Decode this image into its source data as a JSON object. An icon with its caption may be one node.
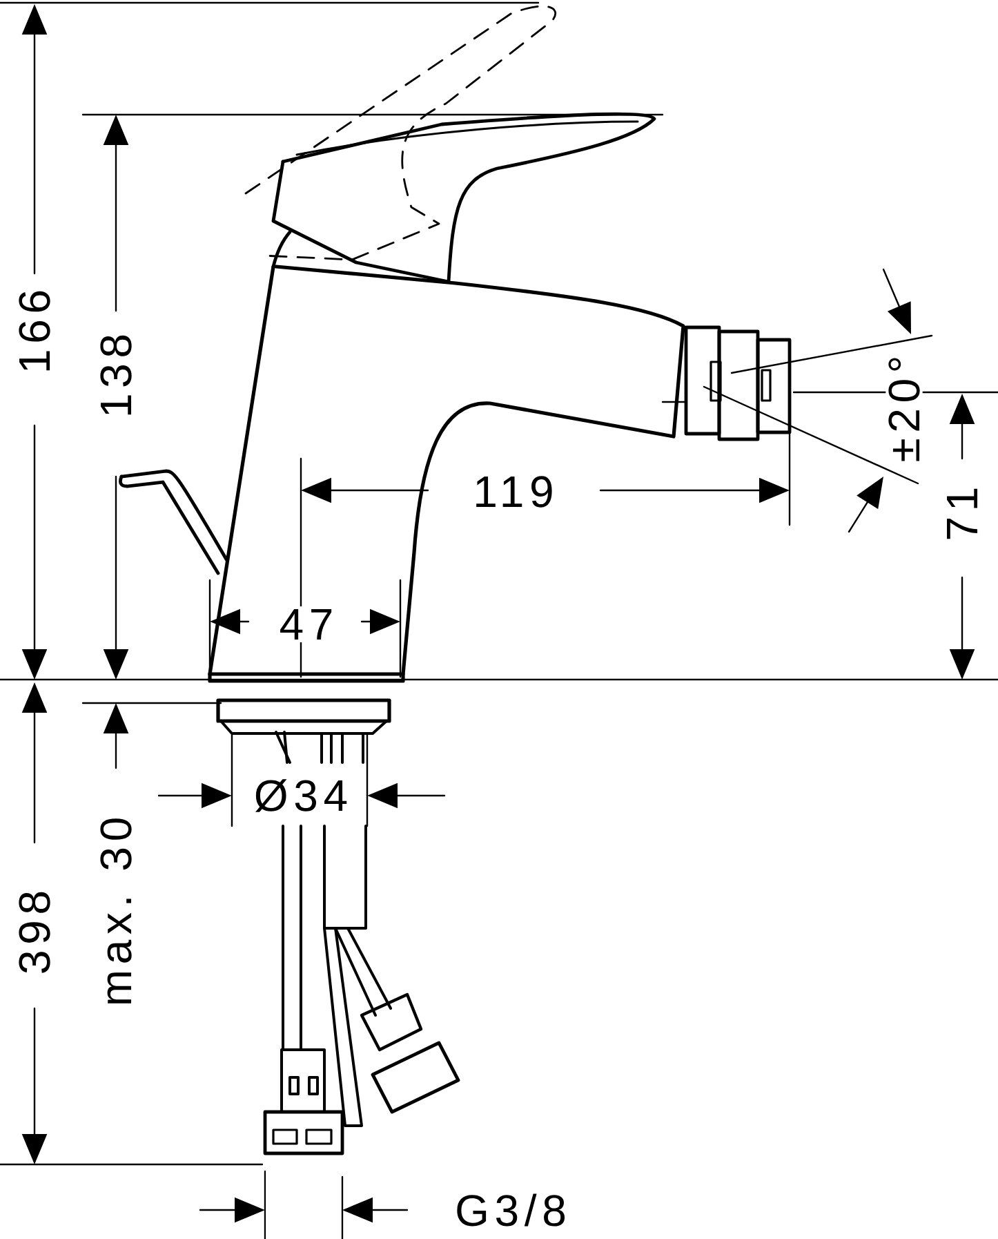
{
  "diagram": {
    "labels": [
      "166",
      "138",
      "±20°",
      "71",
      "119",
      "47",
      "398",
      "max. 30",
      "Ø34",
      "G3/8"
    ]
  }
}
